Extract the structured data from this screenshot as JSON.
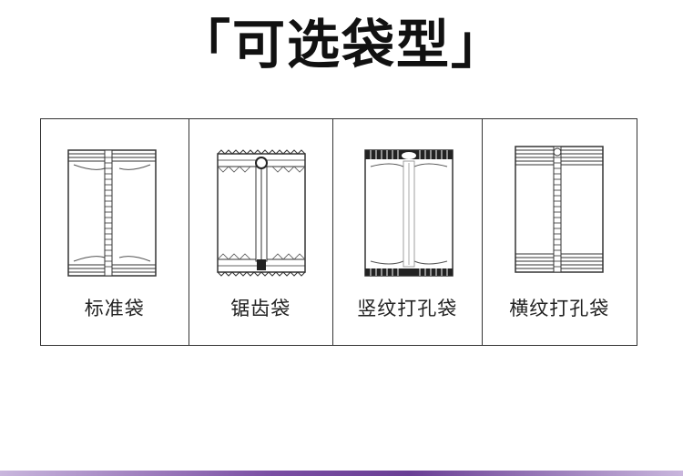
{
  "title": "「可选袋型」",
  "bag_types": [
    {
      "label": "标准袋",
      "icon": "standard-bag-icon"
    },
    {
      "label": "锯齿袋",
      "icon": "serrated-bag-icon"
    },
    {
      "label": "竖纹打孔袋",
      "icon": "vertical-stripe-hole-bag-icon"
    },
    {
      "label": "横纹打孔袋",
      "icon": "horizontal-stripe-hole-bag-icon"
    }
  ],
  "colors": {
    "accent": "#6a3f95",
    "line": "#333333"
  }
}
